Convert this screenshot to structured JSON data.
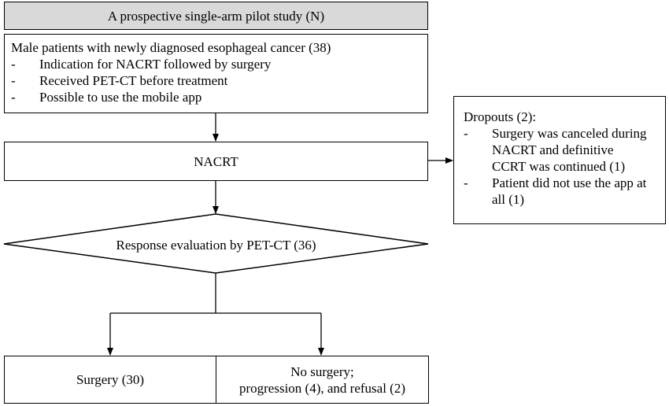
{
  "title": "A prospective single-arm pilot study (N)",
  "eligibility": {
    "header": "Male patients with newly diagnosed esophageal cancer (38)",
    "criteria": [
      "Indication for NACRT followed by surgery",
      "Received PET-CT before treatment",
      "Possible to use the mobile app"
    ]
  },
  "nacrt_label": "NACRT",
  "dropouts": {
    "header": "Dropouts (2):",
    "items": [
      [
        "Surgery was canceled during",
        "NACRT and definitive",
        "CCRT was continued (1)"
      ],
      [
        "Patient did not use the app at",
        "all (1)"
      ]
    ]
  },
  "evaluation_label": "Response evaluation by PET-CT (36)",
  "surgery_label": "Surgery (30)",
  "no_surgery": {
    "line1": "No surgery;",
    "line2": "progression (4), and refusal (2)"
  },
  "bullet_dash": "-"
}
